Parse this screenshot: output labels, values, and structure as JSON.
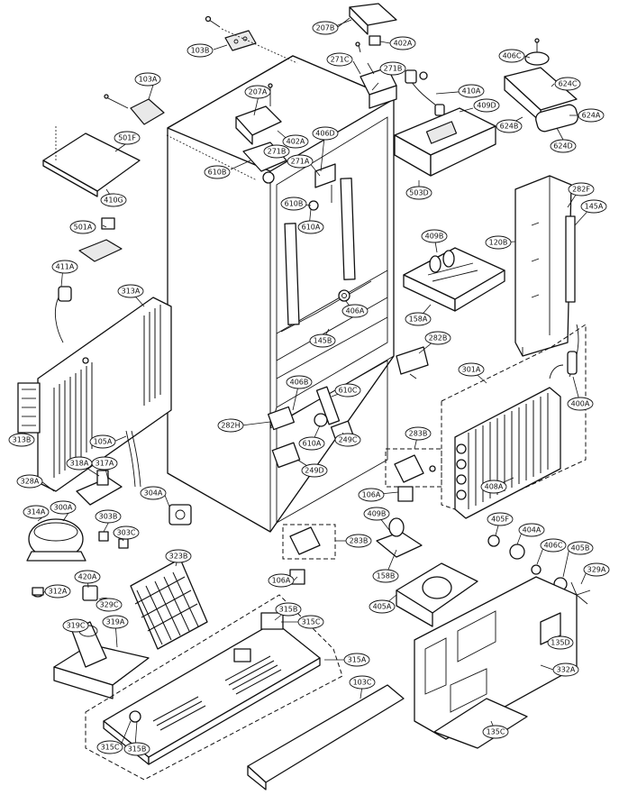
{
  "labels": {
    "l103B": "103B",
    "l207B": "207B",
    "l402A_top": "402A",
    "l406C": "406C",
    "l271C": "271C",
    "l271B_top": "271B",
    "l410A": "410A",
    "l409D": "409D",
    "l624C": "624C",
    "l624A": "624A",
    "l624B": "624B",
    "l624D": "624D",
    "l103A": "103A",
    "l207A": "207A",
    "l406D": "406D",
    "l501F": "501F",
    "l402A": "402A",
    "l271B": "271B",
    "l271A": "271A",
    "l610B_top": "610B",
    "l503D": "503D",
    "l410G": "410G",
    "l282F": "282F",
    "l145A": "145A",
    "l120B": "120B",
    "l610B": "610B",
    "l610A_top": "610A",
    "l501A": "501A",
    "l409B_top": "409B",
    "l411A": "411A",
    "l313A": "313A",
    "l406A": "406A",
    "l158A": "158A",
    "l145B": "145B",
    "l282B": "282B",
    "l301A": "301A",
    "l406B": "406B",
    "l610C": "610C",
    "l400A": "400A",
    "l282H": "282H",
    "l313B": "313B",
    "l610A": "610A",
    "l249C": "249C",
    "l283B_top": "283B",
    "l105A": "105A",
    "l249D": "249D",
    "l318A": "318A",
    "l317A": "317A",
    "l408A": "408A",
    "l328A": "328A",
    "l304A": "304A",
    "l106A_top": "106A",
    "l300A": "300A",
    "l405F": "405F",
    "l404A": "404A",
    "l314A": "314A",
    "l303B": "303B",
    "l409B": "409B",
    "l283B": "283B",
    "l406C_b": "406C",
    "l405B": "405B",
    "l303C": "303C",
    "l323B": "323B",
    "l158B": "158B",
    "l329A": "329A",
    "l420A": "420A",
    "l312A": "312A",
    "l329C": "329C",
    "l106A": "106A",
    "l315B_top": "315B",
    "l405A": "405A",
    "l319C": "319C",
    "l319A": "319A",
    "l315C_top": "315C",
    "l135D": "135D",
    "l315A": "315A",
    "l332A": "332A",
    "l103C": "103C",
    "l315C": "315C",
    "l315B": "315B",
    "l135C": "135C"
  }
}
